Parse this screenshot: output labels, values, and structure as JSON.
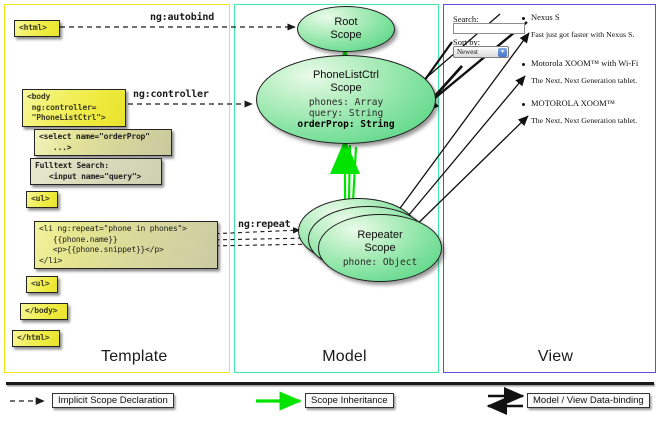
{
  "diagram": {
    "panels": [
      {
        "key": "template",
        "title": "Template",
        "border_color": "#f4e515"
      },
      {
        "key": "model",
        "title": "Model",
        "border_color": "#3fe9a6"
      },
      {
        "key": "view",
        "title": "View",
        "border_color": "#5b4ee0"
      }
    ],
    "template_nodes": [
      {
        "id": "html-open",
        "text": "<html>"
      },
      {
        "id": "body-open",
        "text": "<body\n ng:controller=\n \"PhoneListCtrl\">"
      },
      {
        "id": "select",
        "text": "<select name=\"orderProp\"\n   ...>"
      },
      {
        "id": "fulltext",
        "text": "Fulltext Search:\n   <input name=\"query\">"
      },
      {
        "id": "ul-open",
        "text": "<ul>"
      },
      {
        "id": "li-repeat",
        "text": "<li ng:repeat=\"phone in phones\">\n   {{phone.name}}\n   <p>{{phone.snippet}}</p>\n</li>"
      },
      {
        "id": "ul-close",
        "text": "<ul>"
      },
      {
        "id": "body-close",
        "text": "</body>"
      },
      {
        "id": "html-close",
        "text": "</html>"
      }
    ],
    "model_scopes": [
      {
        "id": "root-scope",
        "title": "Root\nScope",
        "props": []
      },
      {
        "id": "phonelistctrl-scope",
        "title": "PhoneListCtrl\nScope",
        "props_plain": "phones: Array\nquery: String",
        "props_bold": "orderProp: String"
      },
      {
        "id": "repeater-scope",
        "title": "Repeater\nScope",
        "props_plain": "phone: Object"
      }
    ],
    "connector_labels": [
      {
        "id": "ng-autobind",
        "text": "ng:autobind"
      },
      {
        "id": "ng-controller",
        "text": "ng:controller"
      },
      {
        "id": "ng-repeat",
        "text": "ng:repeat"
      }
    ],
    "view": {
      "search_label": "Search:",
      "search_value": "",
      "sort_label": "Sort by:",
      "sort_selected": "Newest",
      "phones": [
        {
          "name": "Nexus S",
          "snippet": "Fast just got faster with Nexus S."
        },
        {
          "name": "Motorola XOOM™ with Wi-Fi",
          "snippet": "The Next, Next Generation tablet."
        },
        {
          "name": "MOTOROLA XOOM™",
          "snippet": "The Next, Next Generation tablet."
        }
      ]
    },
    "legend": [
      {
        "id": "implicit-scope-declaration",
        "label": "Implicit Scope Declaration",
        "style": "dashed-black"
      },
      {
        "id": "scope-inheritance",
        "label": "Scope Inheritance",
        "style": "solid-green"
      },
      {
        "id": "model-view-data-binding",
        "label": "Model / View Data-binding",
        "style": "double-black"
      }
    ],
    "colors": {
      "template_border": "#f4e515",
      "model_border": "#3fe9a6",
      "view_border": "#5b4ee0",
      "scope_green": "#8ce5a6",
      "code_yellow": "#eeea3c",
      "inheritance_green": "#00e400"
    }
  }
}
